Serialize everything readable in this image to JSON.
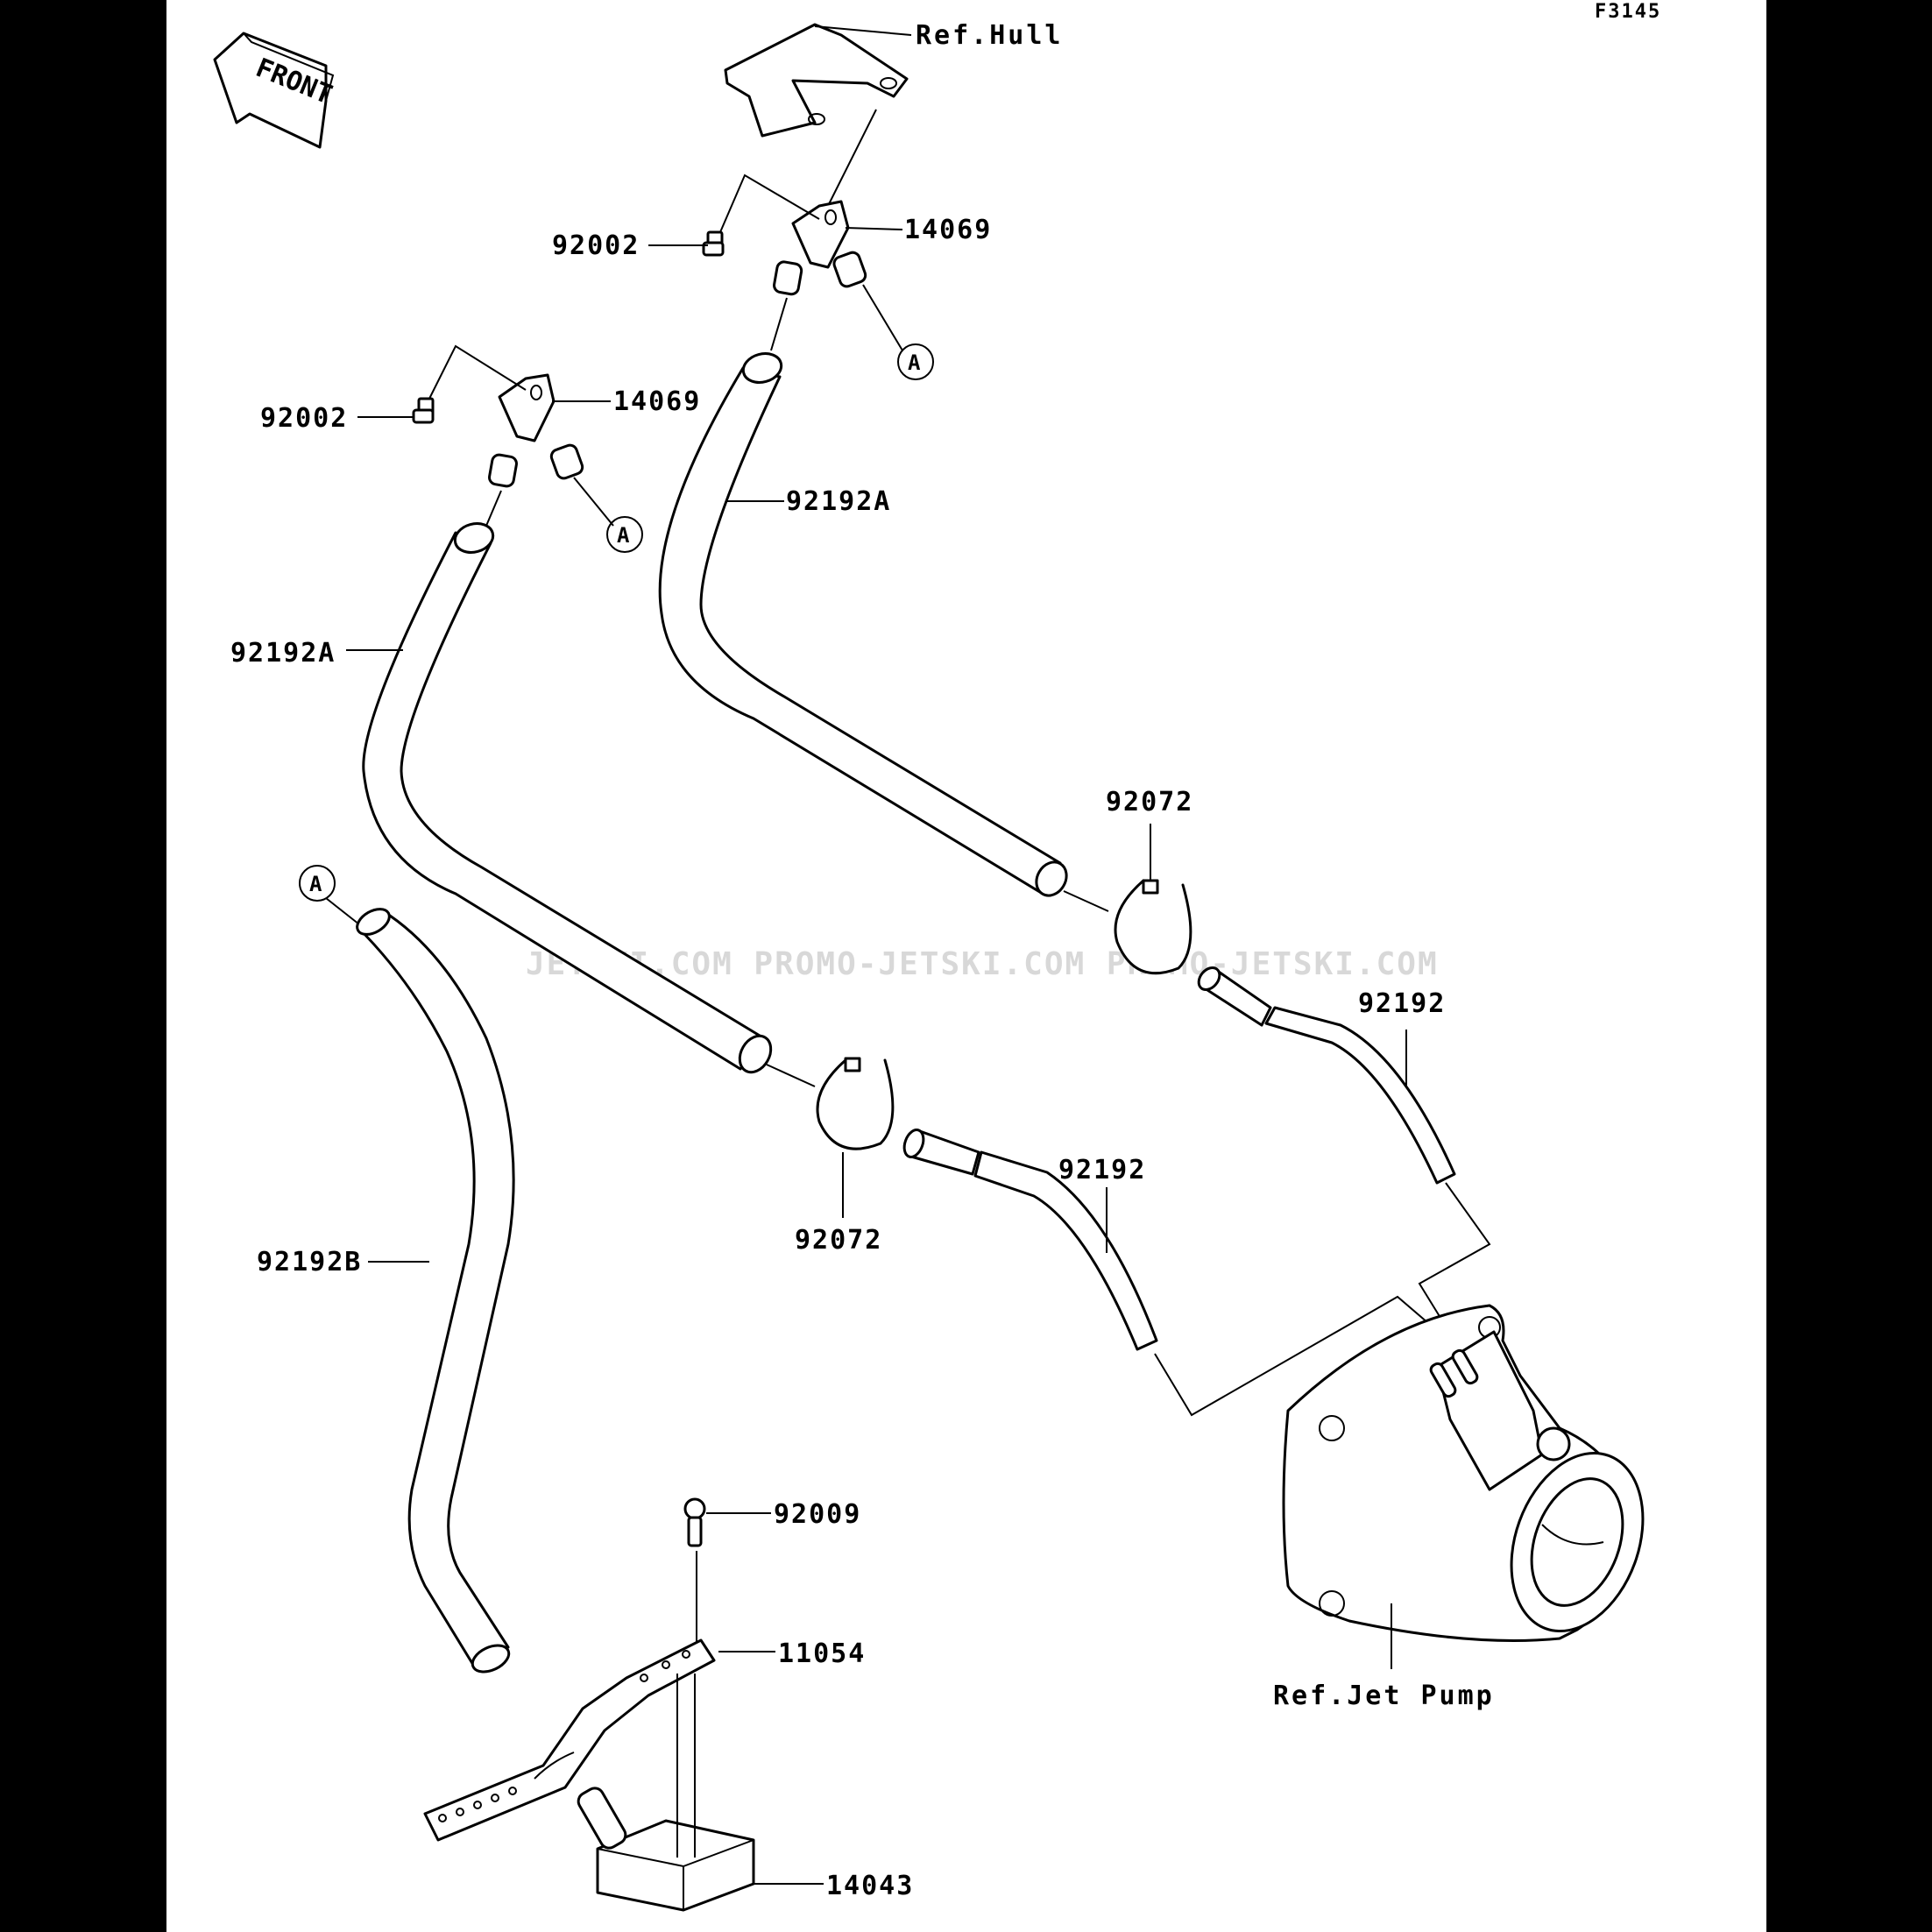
{
  "figure_id": "F3145",
  "front_arrow_label": "FRONT",
  "refs": {
    "hull": "Ref.Hull",
    "jet_pump": "Ref.Jet Pump"
  },
  "callout_letter": "A",
  "parts": {
    "fitting_upper": "14069",
    "fitting_lower": "14069",
    "bolt_upper": "92002",
    "bolt_lower": "92002",
    "hose_a_upper": "92192A",
    "hose_a_lower": "92192A",
    "clamp_upper": "92072",
    "clamp_lower": "92072",
    "hose_upper_right": "92192",
    "hose_lower_right": "92192",
    "hose_b": "92192B",
    "screw": "92009",
    "bracket": "11054",
    "filter": "14043"
  },
  "watermark": "JETSKI.COM   PROMO-JETSKI.COM   PROMO-JETSKI.COM"
}
